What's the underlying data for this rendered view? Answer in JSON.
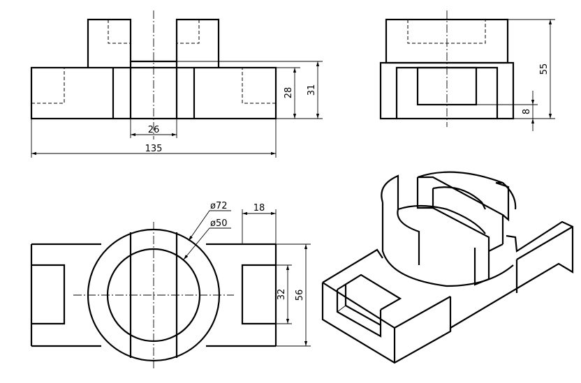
{
  "front_view": {
    "dim_width": "26",
    "dim_total": "135",
    "dim_height_a": "28",
    "dim_height_b": "31"
  },
  "side_view": {
    "dim_height": "55",
    "dim_step": "8"
  },
  "top_view": {
    "dim_outer_dia": "ø72",
    "dim_inner_dia": "ø50",
    "dim_slot": "18",
    "dim_pocket": "32",
    "dim_depth": "56"
  }
}
